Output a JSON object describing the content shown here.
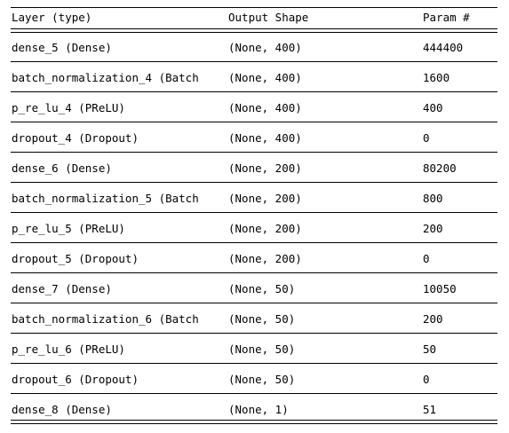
{
  "headers": {
    "layer": "Layer (type)",
    "shape": "Output Shape",
    "param": "Param #"
  },
  "rows": [
    {
      "layer": "dense_5 (Dense)",
      "shape": "(None, 400)",
      "param": "444400"
    },
    {
      "layer": "batch_normalization_4 (Batch",
      "shape": "(None, 400)",
      "param": "1600"
    },
    {
      "layer": "p_re_lu_4 (PReLU)",
      "shape": "(None, 400)",
      "param": "400"
    },
    {
      "layer": "dropout_4 (Dropout)",
      "shape": "(None, 400)",
      "param": "0"
    },
    {
      "layer": "dense_6 (Dense)",
      "shape": "(None, 200)",
      "param": "80200"
    },
    {
      "layer": "batch_normalization_5 (Batch",
      "shape": "(None, 200)",
      "param": "800"
    },
    {
      "layer": "p_re_lu_5 (PReLU)",
      "shape": "(None, 200)",
      "param": "200"
    },
    {
      "layer": "dropout_5 (Dropout)",
      "shape": "(None, 200)",
      "param": "0"
    },
    {
      "layer": "dense_7 (Dense)",
      "shape": "(None, 50)",
      "param": "10050"
    },
    {
      "layer": "batch_normalization_6 (Batch",
      "shape": "(None, 50)",
      "param": "200"
    },
    {
      "layer": "p_re_lu_6 (PReLU)",
      "shape": "(None, 50)",
      "param": "50"
    },
    {
      "layer": "dropout_6 (Dropout)",
      "shape": "(None, 50)",
      "param": "0"
    },
    {
      "layer": "dense_8 (Dense)",
      "shape": "(None, 1)",
      "param": "51"
    }
  ]
}
